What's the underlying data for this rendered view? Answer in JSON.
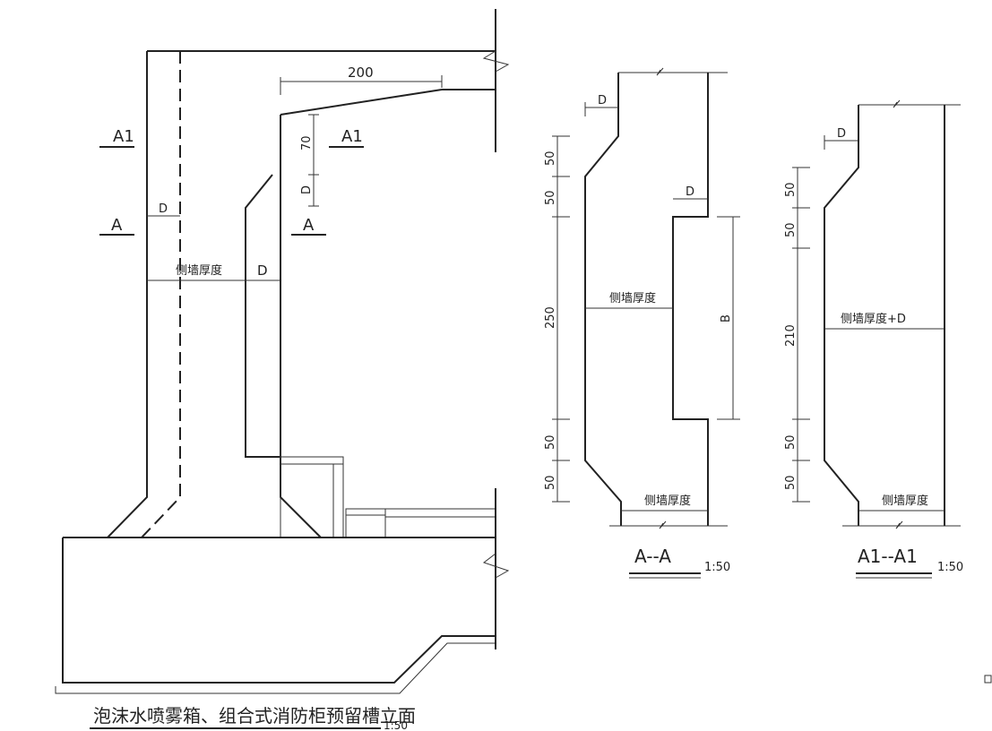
{
  "elevation": {
    "title": "泡沫水喷雾箱、组合式消防柜预留槽立面",
    "scale": "1:50",
    "section_mark_a1_left": "A1",
    "section_mark_a1_right": "A1",
    "section_mark_a_left": "A",
    "section_mark_a_right": "A",
    "dim_200": "200",
    "dim_70": "70",
    "dim_d_vertical": "D",
    "dim_d_left": "D",
    "label_wall_thickness": "侧墙厚度",
    "dim_d_right": "D"
  },
  "section_a": {
    "title": "A--A",
    "scale": "1:50",
    "dim_d_top": "D",
    "dim_d_recess": "D",
    "dim_50_1": "50",
    "dim_50_2": "50",
    "dim_250": "250",
    "dim_50_3": "50",
    "dim_50_4": "50",
    "dim_b": "B",
    "label_wall_thickness_mid": "侧墙厚度",
    "label_wall_thickness_bottom": "侧墙厚度"
  },
  "section_a1": {
    "title": "A1--A1",
    "scale": "1:50",
    "dim_d_top": "D",
    "dim_50_1": "50",
    "dim_50_2": "50",
    "dim_210": "210",
    "dim_50_3": "50",
    "dim_50_4": "50",
    "label_wall_thickness_plus_d": "侧墙厚度+D",
    "label_wall_thickness_bottom": "侧墙厚度"
  }
}
